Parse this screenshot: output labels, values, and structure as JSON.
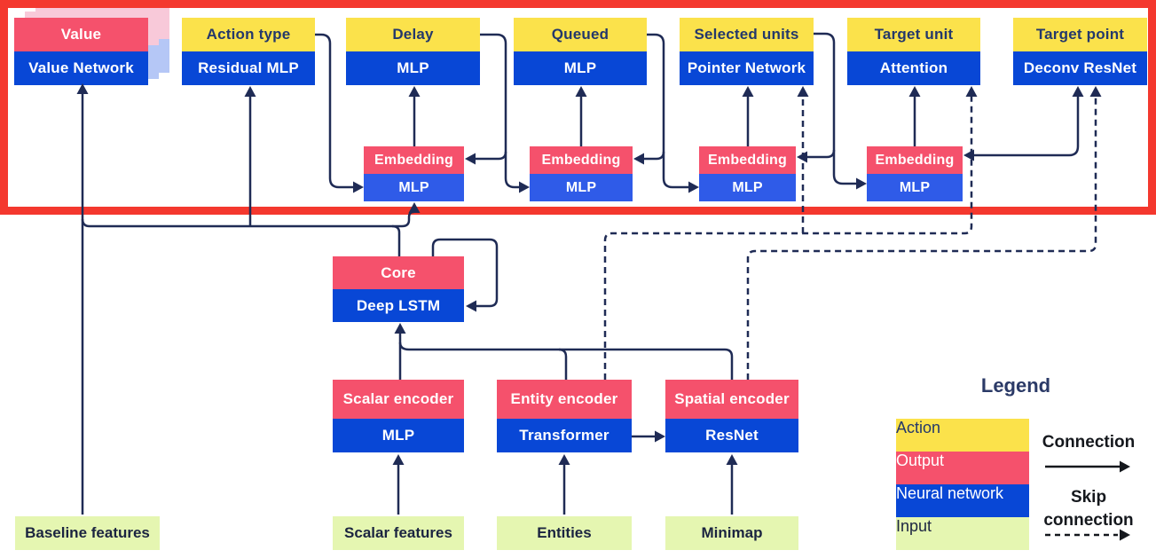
{
  "diagram": {
    "heads": {
      "value": {
        "top": "Value",
        "bottom": "Value Network"
      },
      "action_type": {
        "top": "Action type",
        "bottom": "Residual MLP"
      },
      "delay": {
        "top": "Delay",
        "bottom": "MLP"
      },
      "queued": {
        "top": "Queued",
        "bottom": "MLP"
      },
      "selected_units": {
        "top": "Selected units",
        "bottom": "Pointer Network"
      },
      "target_unit": {
        "top": "Target unit",
        "bottom": "Attention"
      },
      "target_point": {
        "top": "Target point",
        "bottom": "Deconv ResNet"
      }
    },
    "embedding": {
      "top": "Embedding",
      "bottom": "MLP"
    },
    "core": {
      "top": "Core",
      "bottom": "Deep LSTM"
    },
    "encoders": {
      "scalar": {
        "top": "Scalar encoder",
        "bottom": "MLP"
      },
      "entity": {
        "top": "Entity encoder",
        "bottom": "Transformer"
      },
      "spatial": {
        "top": "Spatial encoder",
        "bottom": "ResNet"
      }
    },
    "inputs": {
      "baseline": "Baseline features",
      "scalar": "Scalar features",
      "entities": "Entities",
      "minimap": "Minimap"
    }
  },
  "legend": {
    "title": "Legend",
    "items": [
      {
        "label": "Action",
        "color": "#FBE24B"
      },
      {
        "label": "Output",
        "color": "#F5516C"
      },
      {
        "label": "Neural network",
        "color": "#0847D6"
      },
      {
        "label": "Input",
        "color": "#E5F6B1"
      }
    ],
    "connection_label": "Connection",
    "skip_label_line1": "Skip",
    "skip_label_line2": "connection"
  },
  "colors": {
    "action_yellow": "#FBE24B",
    "output_pink": "#F5516C",
    "network_blue": "#0847D6",
    "embedding_blue": "#2F5BE8",
    "input_green": "#E5F6B1",
    "highlight_frame_red": "#F4382E",
    "wire_navy": "#1F2B55"
  }
}
